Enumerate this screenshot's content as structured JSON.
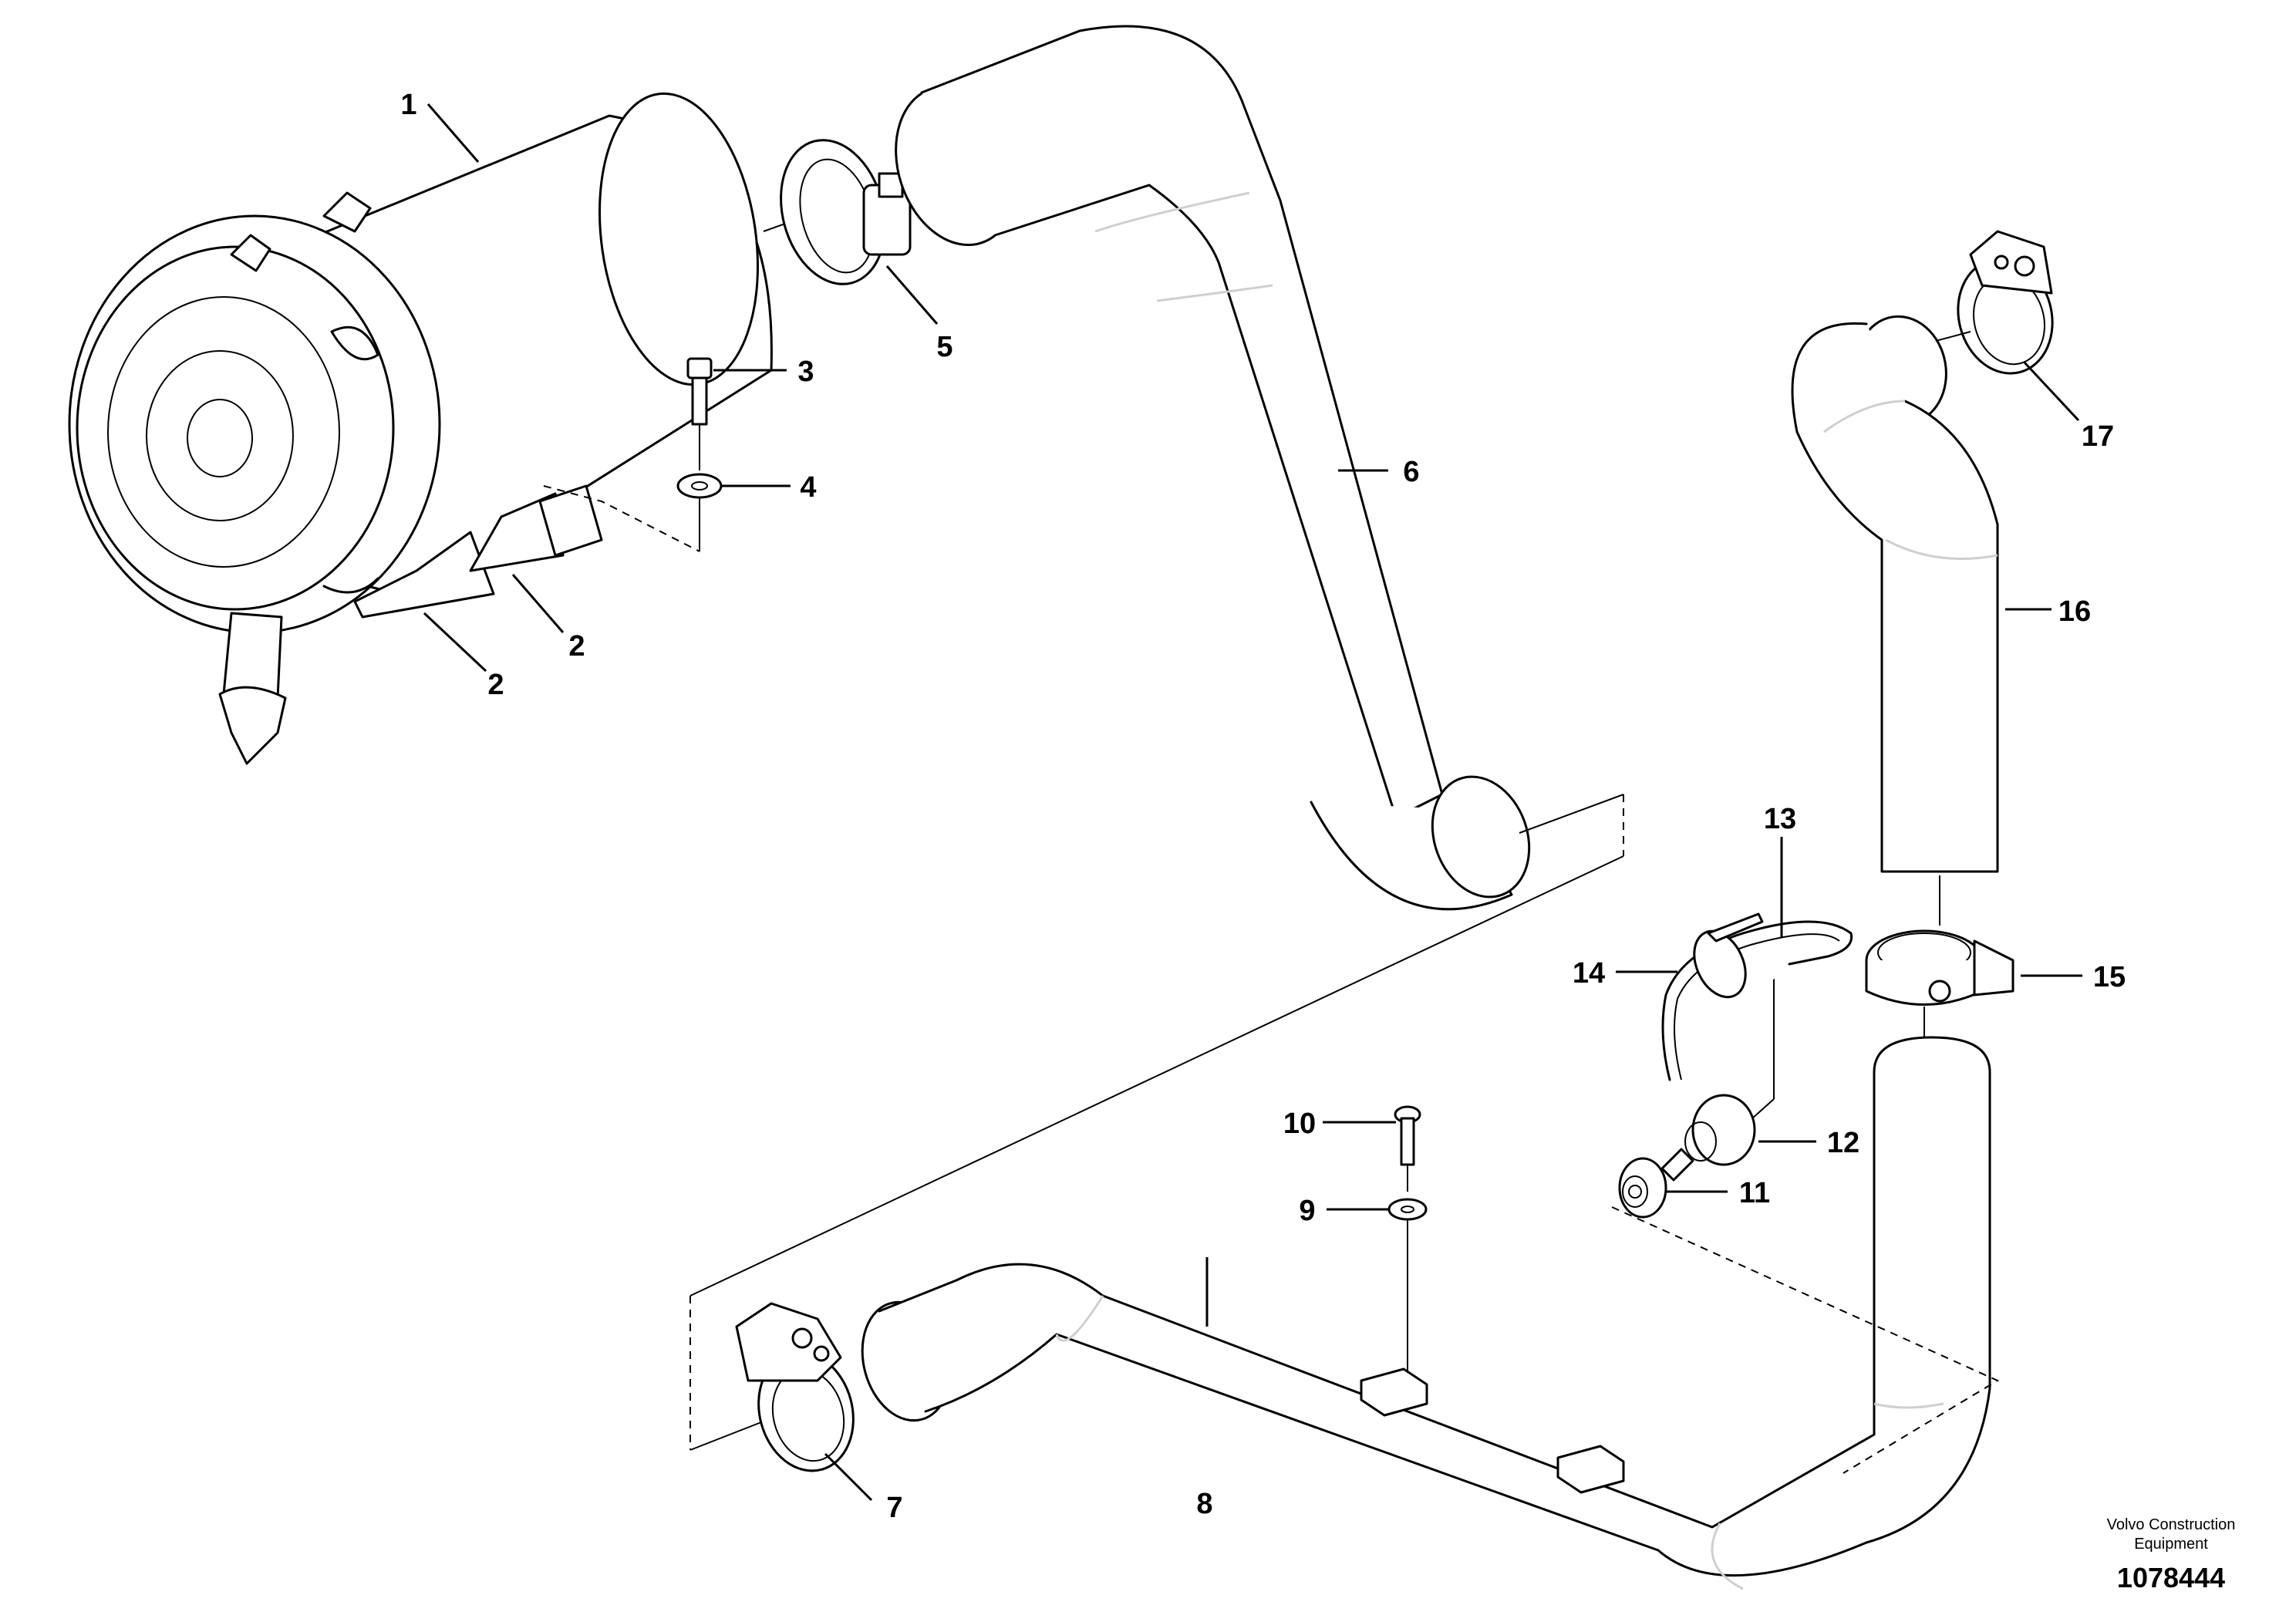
{
  "callouts": {
    "p1": "1",
    "p2a": "2",
    "p2b": "2",
    "p3": "3",
    "p4": "4",
    "p5": "5",
    "p6": "6",
    "p7": "7",
    "p8": "8",
    "p9": "9",
    "p10": "10",
    "p11": "11",
    "p12": "12",
    "p13": "13",
    "p14": "14",
    "p15": "15",
    "p16": "16",
    "p17": "17"
  },
  "footer": {
    "brand_line1": "Volvo Construction",
    "brand_line2": "Equipment",
    "drawing_number": "1078444"
  }
}
